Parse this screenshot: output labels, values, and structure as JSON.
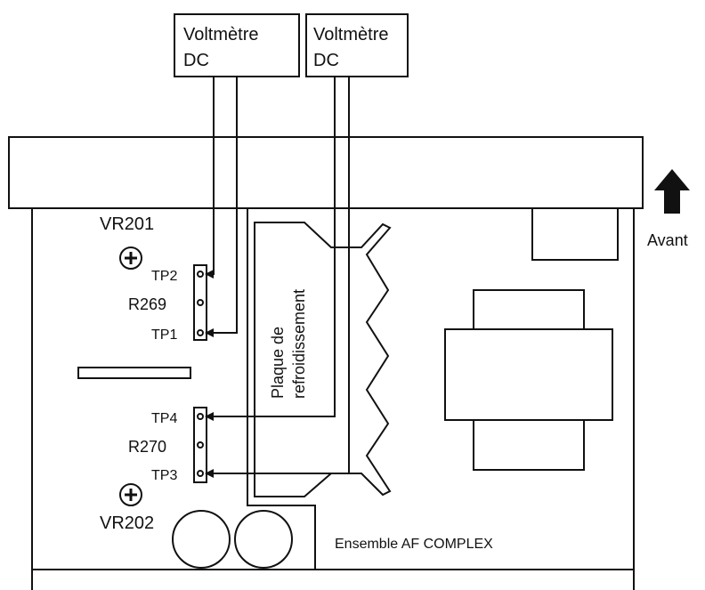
{
  "voltmeter_left": {
    "line1": "Voltmètre",
    "line2": "DC"
  },
  "voltmeter_right": {
    "line1": "Voltmètre",
    "line2": "DC"
  },
  "front_label": "Avant",
  "vr201": "VR201",
  "vr202": "VR202",
  "tp2": "TP2",
  "r269": "R269",
  "tp1": "TP1",
  "tp4": "TP4",
  "r270": "R270",
  "tp3": "TP3",
  "heatsink": {
    "line1": "Plaque de",
    "line2": "refroidissement"
  },
  "assembly_label": "Ensemble AF COMPLEX"
}
